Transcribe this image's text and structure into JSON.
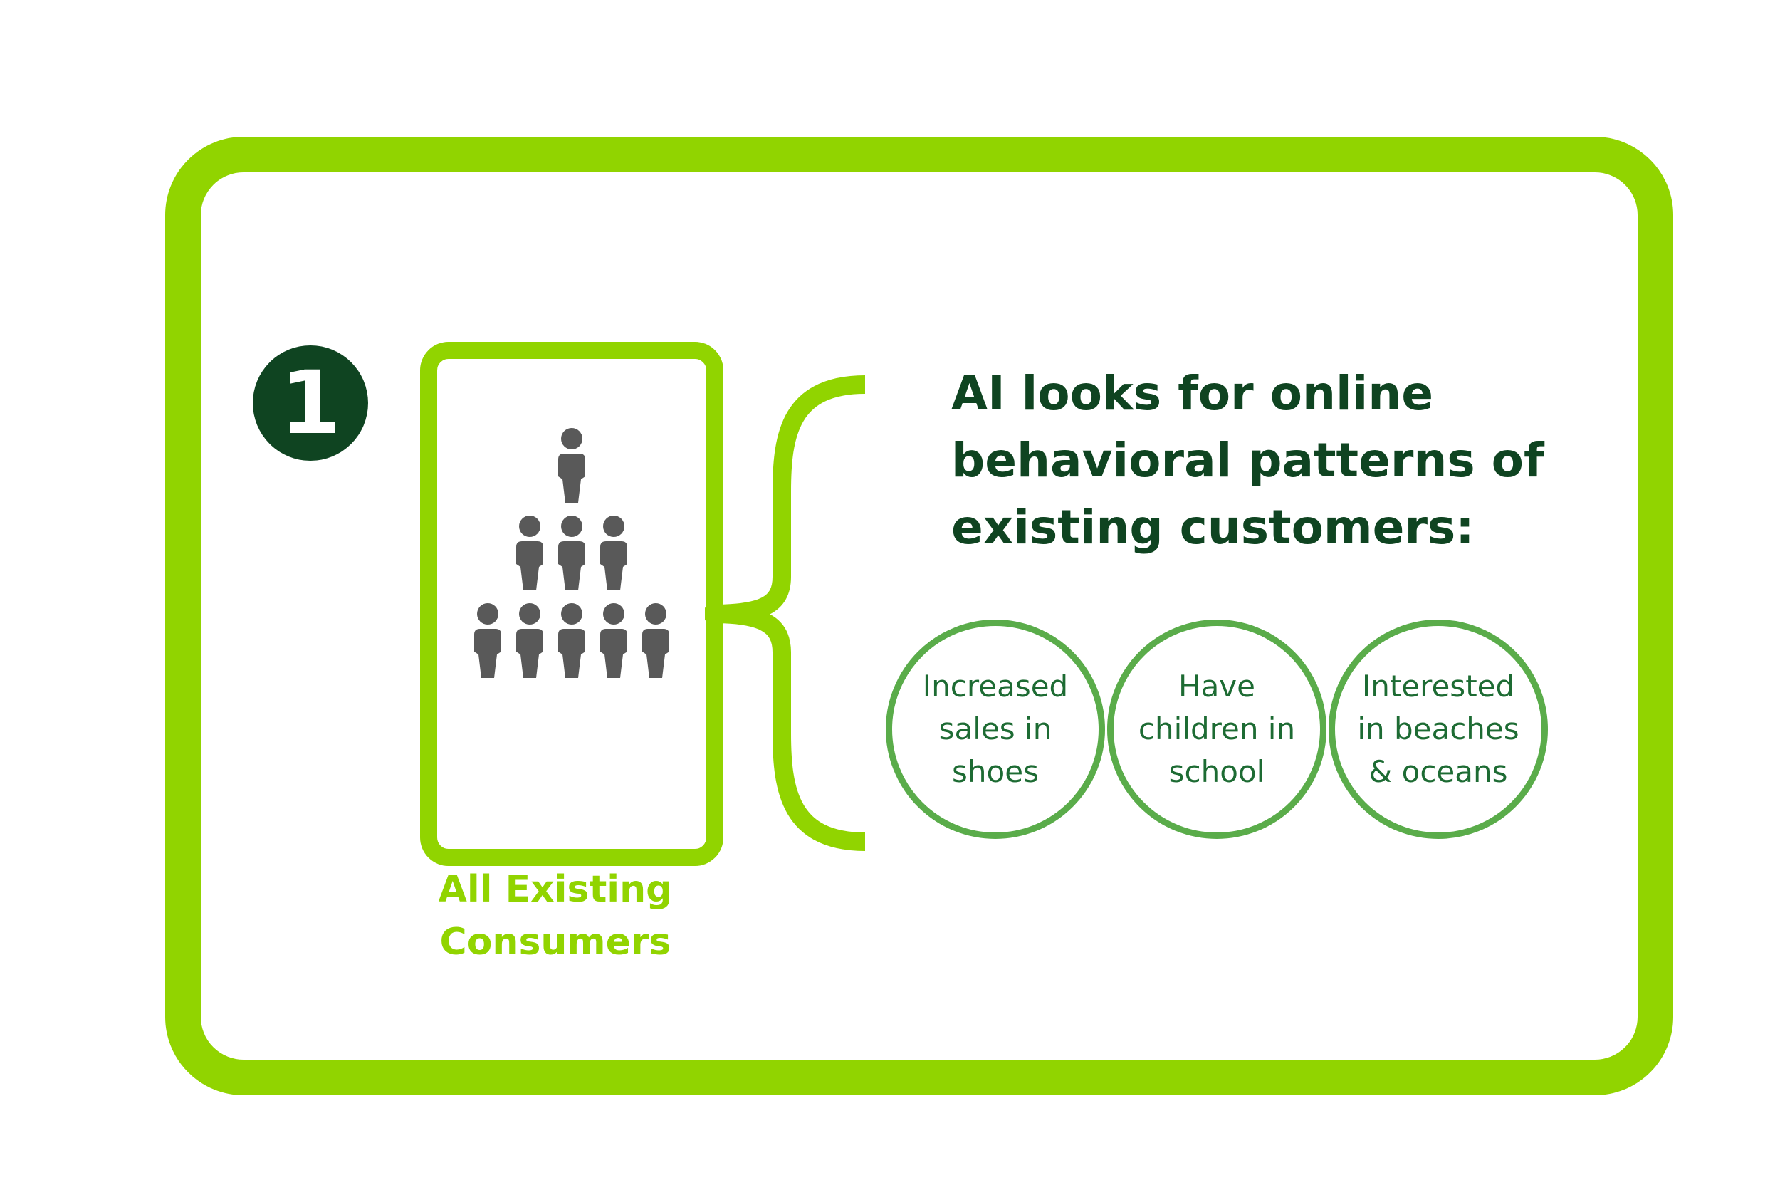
{
  "colors": {
    "lime": "#91d400",
    "dark_green": "#0f4421",
    "mid_green": "#5aac4a",
    "text_green": "#1d6b33",
    "person_gray": "#595959"
  },
  "step": {
    "number": "1"
  },
  "consumers": {
    "icon": "people-pyramid-icon",
    "label_lines": [
      "All Existing",
      "Consumers"
    ]
  },
  "headline": {
    "lines": [
      "AI looks for online",
      "behavioral patterns of",
      "existing customers:"
    ]
  },
  "traits": [
    {
      "lines": [
        "Increased",
        "sales in",
        "shoes"
      ]
    },
    {
      "lines": [
        "Have",
        "children in",
        "school"
      ]
    },
    {
      "lines": [
        "Interested",
        "in beaches",
        "& oceans"
      ]
    }
  ]
}
